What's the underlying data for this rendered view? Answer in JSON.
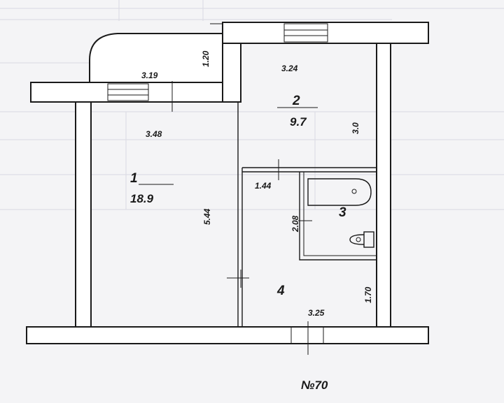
{
  "plan": {
    "number_label": "№70",
    "rooms": [
      {
        "id": "1",
        "number": "1",
        "area": "18.9"
      },
      {
        "id": "2",
        "number": "2",
        "area": "9.7"
      },
      {
        "id": "3",
        "number": "3"
      },
      {
        "id": "4",
        "number": "4"
      }
    ],
    "dimensions": {
      "room1_top": "3.19",
      "corridor_height": "1.20",
      "room1_width": "3.48",
      "room1_length": "5.44",
      "room2_width": "3.24",
      "room2_height": "3.0",
      "bath_width": "1.44",
      "bath_length": "2.08",
      "hall_right": "1.70",
      "hall_width": "3.25"
    }
  }
}
